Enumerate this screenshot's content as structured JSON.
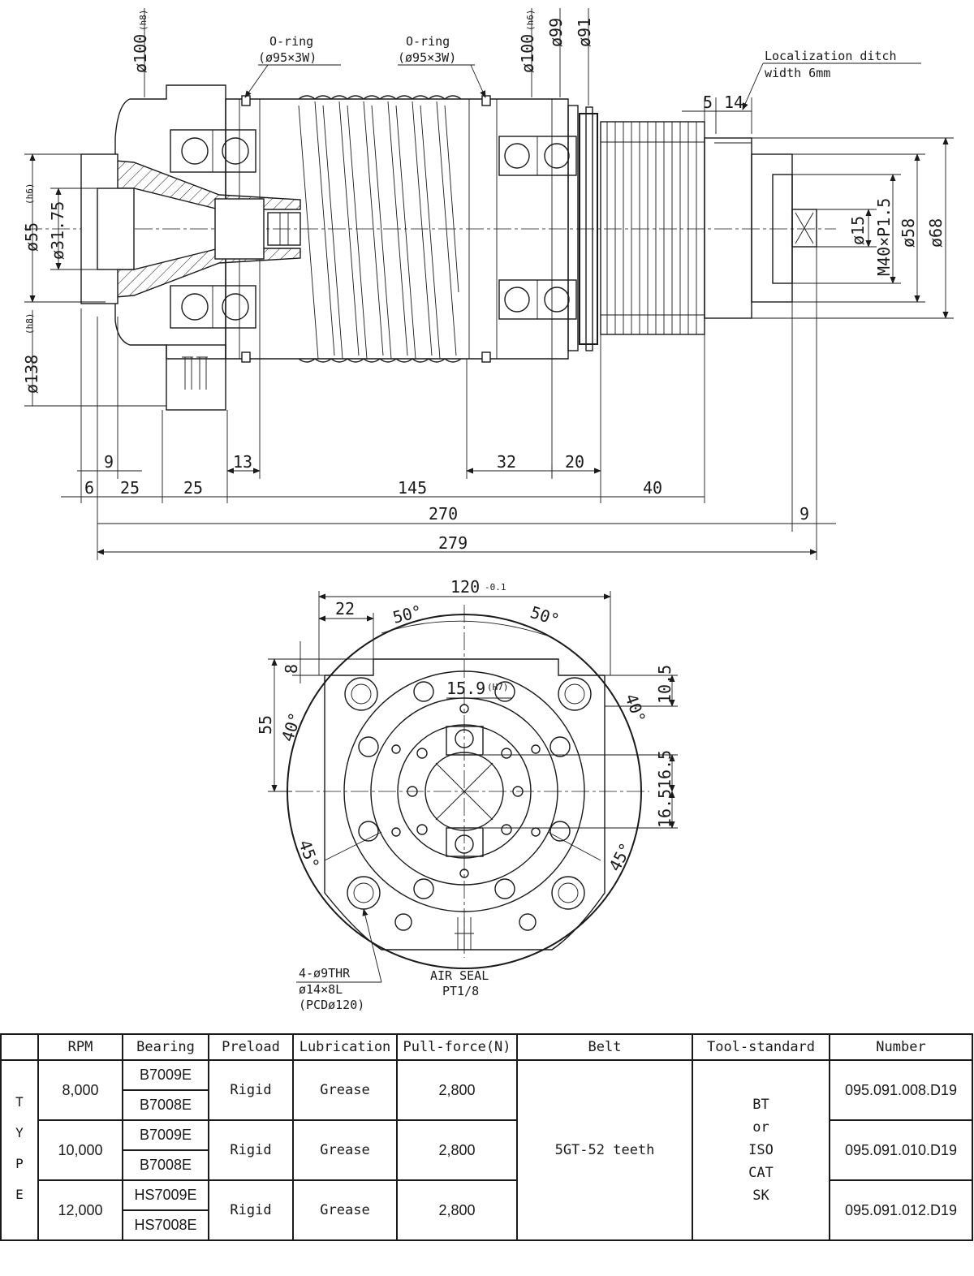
{
  "side_view": {
    "d100_left": "ø100",
    "d100_left_tol": "(h8)",
    "oring_1": "O-ring",
    "oring_1_size": "(ø95×3W)",
    "oring_2": "O-ring",
    "oring_2_size": "(ø95×3W)",
    "d100_right": "ø100",
    "d100_right_tol": "(h6)",
    "d99": "ø99",
    "d91": "ø91",
    "localization_1": "Localization ditch",
    "localization_2": "width 6mm",
    "dim_5": "5",
    "dim_14": "14",
    "d55": "ø55",
    "d55_tol": "(h6)",
    "d31_75": "ø31.75",
    "d138": "ø138",
    "d138_tol": "(h8)",
    "d15": "ø15",
    "m40": "M40×P1.5",
    "d58": "ø58",
    "d68": "ø68",
    "dim_9a": "9",
    "dim_13": "13",
    "dim_32": "32",
    "dim_20": "20",
    "dim_6": "6",
    "dim_25a": "25",
    "dim_25b": "25",
    "dim_145": "145",
    "dim_40": "40",
    "dim_270": "270",
    "dim_9b": "9",
    "dim_279": "279"
  },
  "front_view": {
    "dim_120": "120",
    "dim_120_tol": "-0.1",
    "dim_22": "22",
    "ang_50a": "50°",
    "ang_50b": "50°",
    "dim_8": "8",
    "dim_15_9": "15.9",
    "dim_15_9_tol": "(H7)",
    "dim_10_5": "10.5",
    "ang_40a": "40°",
    "ang_40b": "40°",
    "dim_55": "55",
    "dim_16_5a": "16.5",
    "dim_16_5b": "16.5",
    "ang_45a": "45°",
    "ang_45b": "45°",
    "holes_1": "4-ø9THR",
    "holes_2": "ø14×8L",
    "holes_3": "(PCDø120)",
    "air_1": "AIR SEAL",
    "air_2": "PT1/8"
  },
  "spec_table": {
    "headers": [
      "",
      "RPM",
      "Bearing",
      "Preload",
      "Lubrication",
      "Pull-force(N)",
      "Belt",
      "Tool-standard",
      "Number"
    ],
    "type_letters": [
      "T",
      "Y",
      "P",
      "E"
    ],
    "rows": [
      {
        "rpm": "8,000",
        "bearings": [
          "B7009E",
          "B7008E"
        ],
        "preload": "Rigid",
        "lubrication": "Grease",
        "pull_force": "2,800",
        "number": "095.091.008.D19"
      },
      {
        "rpm": "10,000",
        "bearings": [
          "B7009E",
          "B7008E"
        ],
        "preload": "Rigid",
        "lubrication": "Grease",
        "pull_force": "2,800",
        "number": "095.091.010.D19"
      },
      {
        "rpm": "12,000",
        "bearings": [
          "HS7009E",
          "HS7008E"
        ],
        "preload": "Rigid",
        "lubrication": "Grease",
        "pull_force": "2,800",
        "number": "095.091.012.D19"
      }
    ],
    "belt": "5GT-52 teeth",
    "tool_standard": [
      "BT",
      "or",
      "ISO",
      "CAT",
      "SK"
    ]
  }
}
